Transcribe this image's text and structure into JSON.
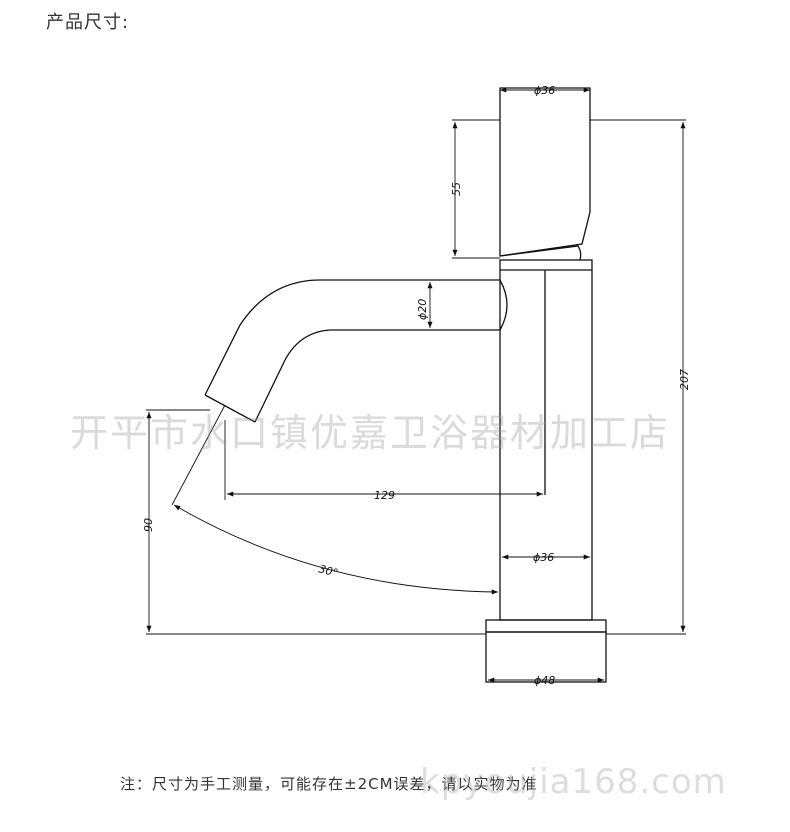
{
  "header": {
    "title": "产品尺寸:"
  },
  "dimensions": {
    "top_handle_diameter": "ϕ36",
    "handle_height": "55",
    "spout_diameter": "ϕ20",
    "total_height": "207",
    "spout_reach": "129",
    "spout_height": "90",
    "spout_angle": "30°",
    "body_diameter": "ϕ36",
    "base_diameter": "ϕ48"
  },
  "watermark": {
    "shop_name": "开平市水口镇优嘉卫浴器材加工店",
    "url": "kpyoujia168.com"
  },
  "footnote": {
    "text": "注：尺寸为手工测量，可能存在±2CM误差，请以实物为准"
  },
  "colors": {
    "line": "#111111",
    "text": "#333333"
  }
}
